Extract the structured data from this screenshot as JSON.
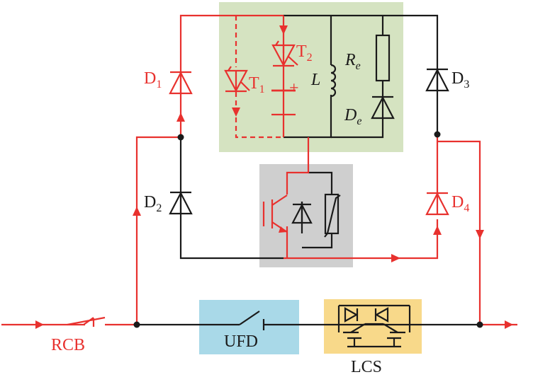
{
  "colors": {
    "current_path": "#e8312e",
    "wire": "#1a1a1a",
    "thyristor_box": "#d5e3c1",
    "igbt_box": "#cfcfcf",
    "ufd_box": "#a9d9e8",
    "lcs_box": "#f8d98a"
  },
  "labels": {
    "d1": {
      "main": "D",
      "sub": "1"
    },
    "d2": {
      "main": "D",
      "sub": "2"
    },
    "d3": {
      "main": "D",
      "sub": "3"
    },
    "d4": {
      "main": "D",
      "sub": "4"
    },
    "t1": {
      "main": "T",
      "sub": "1"
    },
    "t2": {
      "main": "T",
      "sub": "2"
    },
    "l": "L",
    "re": {
      "main": "R",
      "sub": "e"
    },
    "de": {
      "main": "D",
      "sub": "e"
    },
    "plus": "+",
    "rcb": "RCB",
    "ufd": "UFD",
    "lcs": "LCS"
  }
}
